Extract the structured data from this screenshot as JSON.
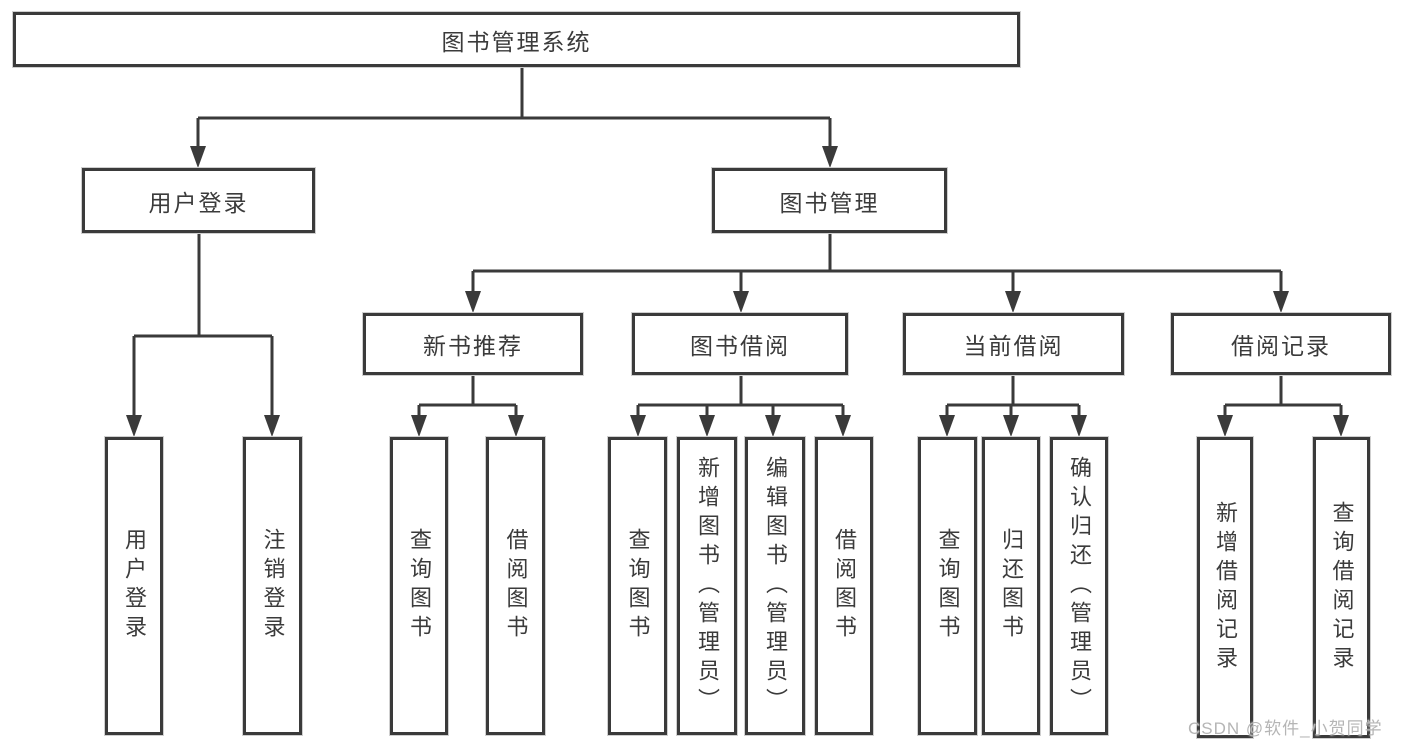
{
  "colors": {
    "line": "#3a3a3a",
    "box_border": "#3a3a3a",
    "text": "#3b3b3b",
    "watermark": "#b5b5b5",
    "background": "#ffffff"
  },
  "tree": {
    "root": {
      "label": "图书管理系统",
      "children": [
        {
          "label": "用户登录",
          "children": [
            {
              "label": "用户登录"
            },
            {
              "label": "注销登录"
            }
          ]
        },
        {
          "label": "图书管理",
          "children": [
            {
              "label": "新书推荐",
              "children": [
                {
                  "label": "查询图书"
                },
                {
                  "label": "借阅图书"
                }
              ]
            },
            {
              "label": "图书借阅",
              "children": [
                {
                  "label": "查询图书"
                },
                {
                  "label": "新增图书（管理员）"
                },
                {
                  "label": "编辑图书（管理员）"
                },
                {
                  "label": "借阅图书"
                }
              ]
            },
            {
              "label": "当前借阅",
              "children": [
                {
                  "label": "查询图书"
                },
                {
                  "label": "归还图书"
                },
                {
                  "label": "确认归还（管理员）"
                }
              ]
            },
            {
              "label": "借阅记录",
              "children": [
                {
                  "label": "新增借阅记录"
                },
                {
                  "label": "查询借阅记录"
                }
              ]
            }
          ]
        }
      ]
    }
  },
  "watermark": {
    "text": "CSDN @软件_小贺同学"
  }
}
